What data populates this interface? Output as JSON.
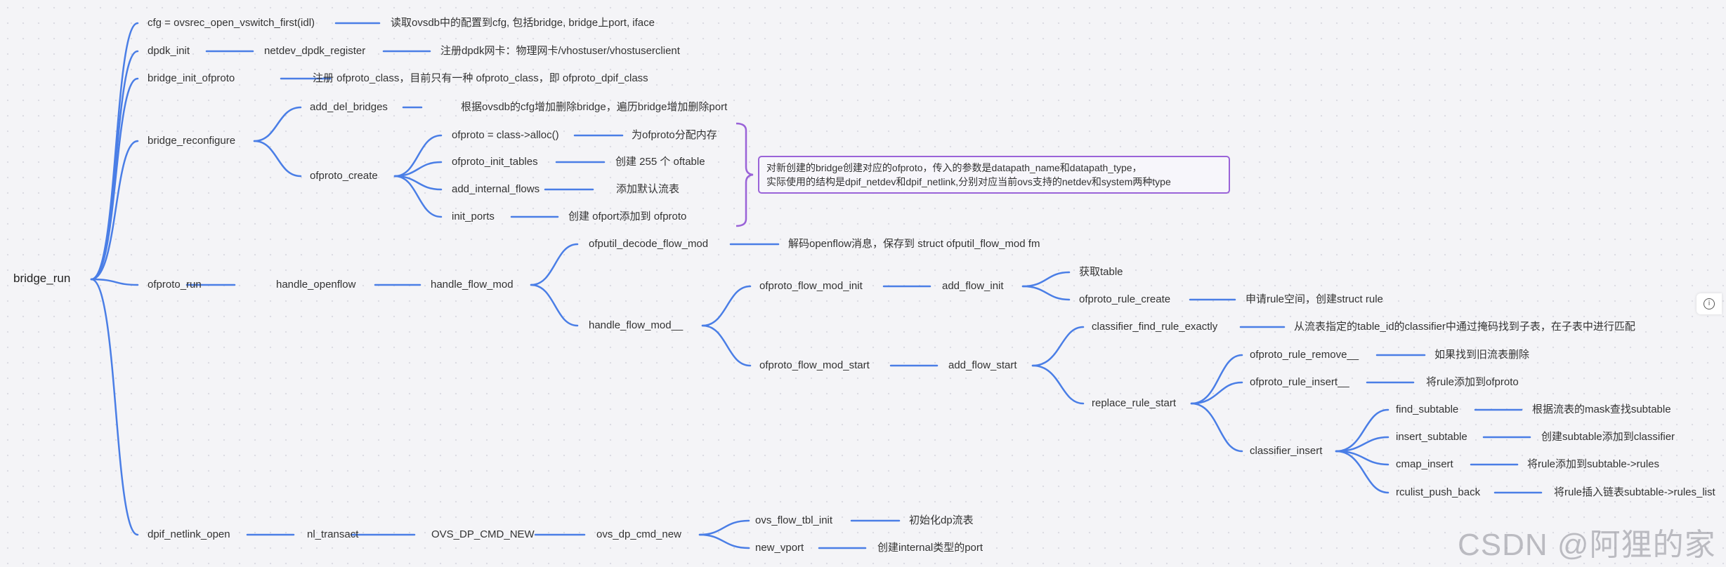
{
  "root": "bridge_run",
  "nodes": {
    "cfg": "cfg = ovsrec_open_vswitch_first(idl)",
    "cfg_desc": "读取ovsdb中的配置到cfg, 包括bridge, bridge上port, iface",
    "dpdk_init": "dpdk_init",
    "netdev_dpdk_register": "netdev_dpdk_register",
    "dpdk_desc": "注册dpdk网卡：物理网卡/vhostuser/vhostuserclient",
    "bridge_init_ofproto": "bridge_init_ofproto",
    "bio_desc": "注册 ofproto_class，目前只有一种 ofproto_class，即 ofproto_dpif_class",
    "bridge_reconfigure": "bridge_reconfigure",
    "add_del_bridges": "add_del_bridges",
    "adb_desc": "根据ovsdb的cfg增加删除bridge，遍历bridge增加删除port",
    "ofproto_create": "ofproto_create",
    "alloc": "ofproto = class->alloc()",
    "alloc_desc": "为ofproto分配内存",
    "init_tables": "ofproto_init_tables",
    "init_tables_desc": "创建 255 个 oftable",
    "add_internal_flows": "add_internal_flows",
    "aif_desc": "添加默认流表",
    "init_ports": "init_ports",
    "init_ports_desc": "创建 ofport添加到 ofproto",
    "ofproto_run": "ofproto_run",
    "handle_openflow": "handle_openflow",
    "handle_flow_mod": "handle_flow_mod",
    "decode": "ofputil_decode_flow_mod",
    "decode_desc": "解码openflow消息，保存到 struct ofputil_flow_mod fm",
    "handle_flow_mod__": "handle_flow_mod__",
    "fm_init": "ofproto_flow_mod_init",
    "add_flow_init": "add_flow_init",
    "get_table": "获取table",
    "rule_create": "ofproto_rule_create",
    "rule_create_desc": "申请rule空间，创建struct rule",
    "fm_start": "ofproto_flow_mod_start",
    "add_flow_start": "add_flow_start",
    "find_exactly": "classifier_find_rule_exactly",
    "find_exactly_desc": "从流表指定的table_id的classifier中通过掩码找到子表，在子表中进行匹配",
    "replace_rule_start": "replace_rule_start",
    "rule_remove": "ofproto_rule_remove__",
    "rule_remove_desc": "如果找到旧流表删除",
    "rule_insert": "ofproto_rule_insert__",
    "rule_insert_desc": "将rule添加到ofproto",
    "classifier_insert": "classifier_insert",
    "find_subtable": "find_subtable",
    "find_subtable_desc": "根据流表的mask查找subtable",
    "insert_subtable": "insert_subtable",
    "insert_subtable_desc": "创建subtable添加到classifier",
    "cmap_insert": "cmap_insert",
    "cmap_insert_desc": "将rule添加到subtable->rules",
    "rculist": "rculist_push_back",
    "rculist_desc": "将rule插入链表subtable->rules_list",
    "dpif_netlink_open": "dpif_netlink_open",
    "nl_transact": "nl_transact",
    "ovs_dp_cmd_new_const": "OVS_DP_CMD_NEW",
    "ovs_dp_cmd_new": "ovs_dp_cmd_new",
    "flow_tbl_init": "ovs_flow_tbl_init",
    "flow_tbl_init_desc": "初始化dp流表",
    "new_vport": "new_vport",
    "new_vport_desc": "创建internal类型的port"
  },
  "note": {
    "line1": "对新创建的bridge创建对应的ofproto，传入的参数是datapath_name和datapath_type，",
    "line2": "实际使用的结构是dpif_netdev和dpif_netlink,分别对应当前ovs支持的netdev和system两种type"
  },
  "watermark": "CSDN @阿狸的家",
  "colors": {
    "edge": "#4a7ee6",
    "bracket": "#9a63d8",
    "note_border": "#9a63d8"
  }
}
